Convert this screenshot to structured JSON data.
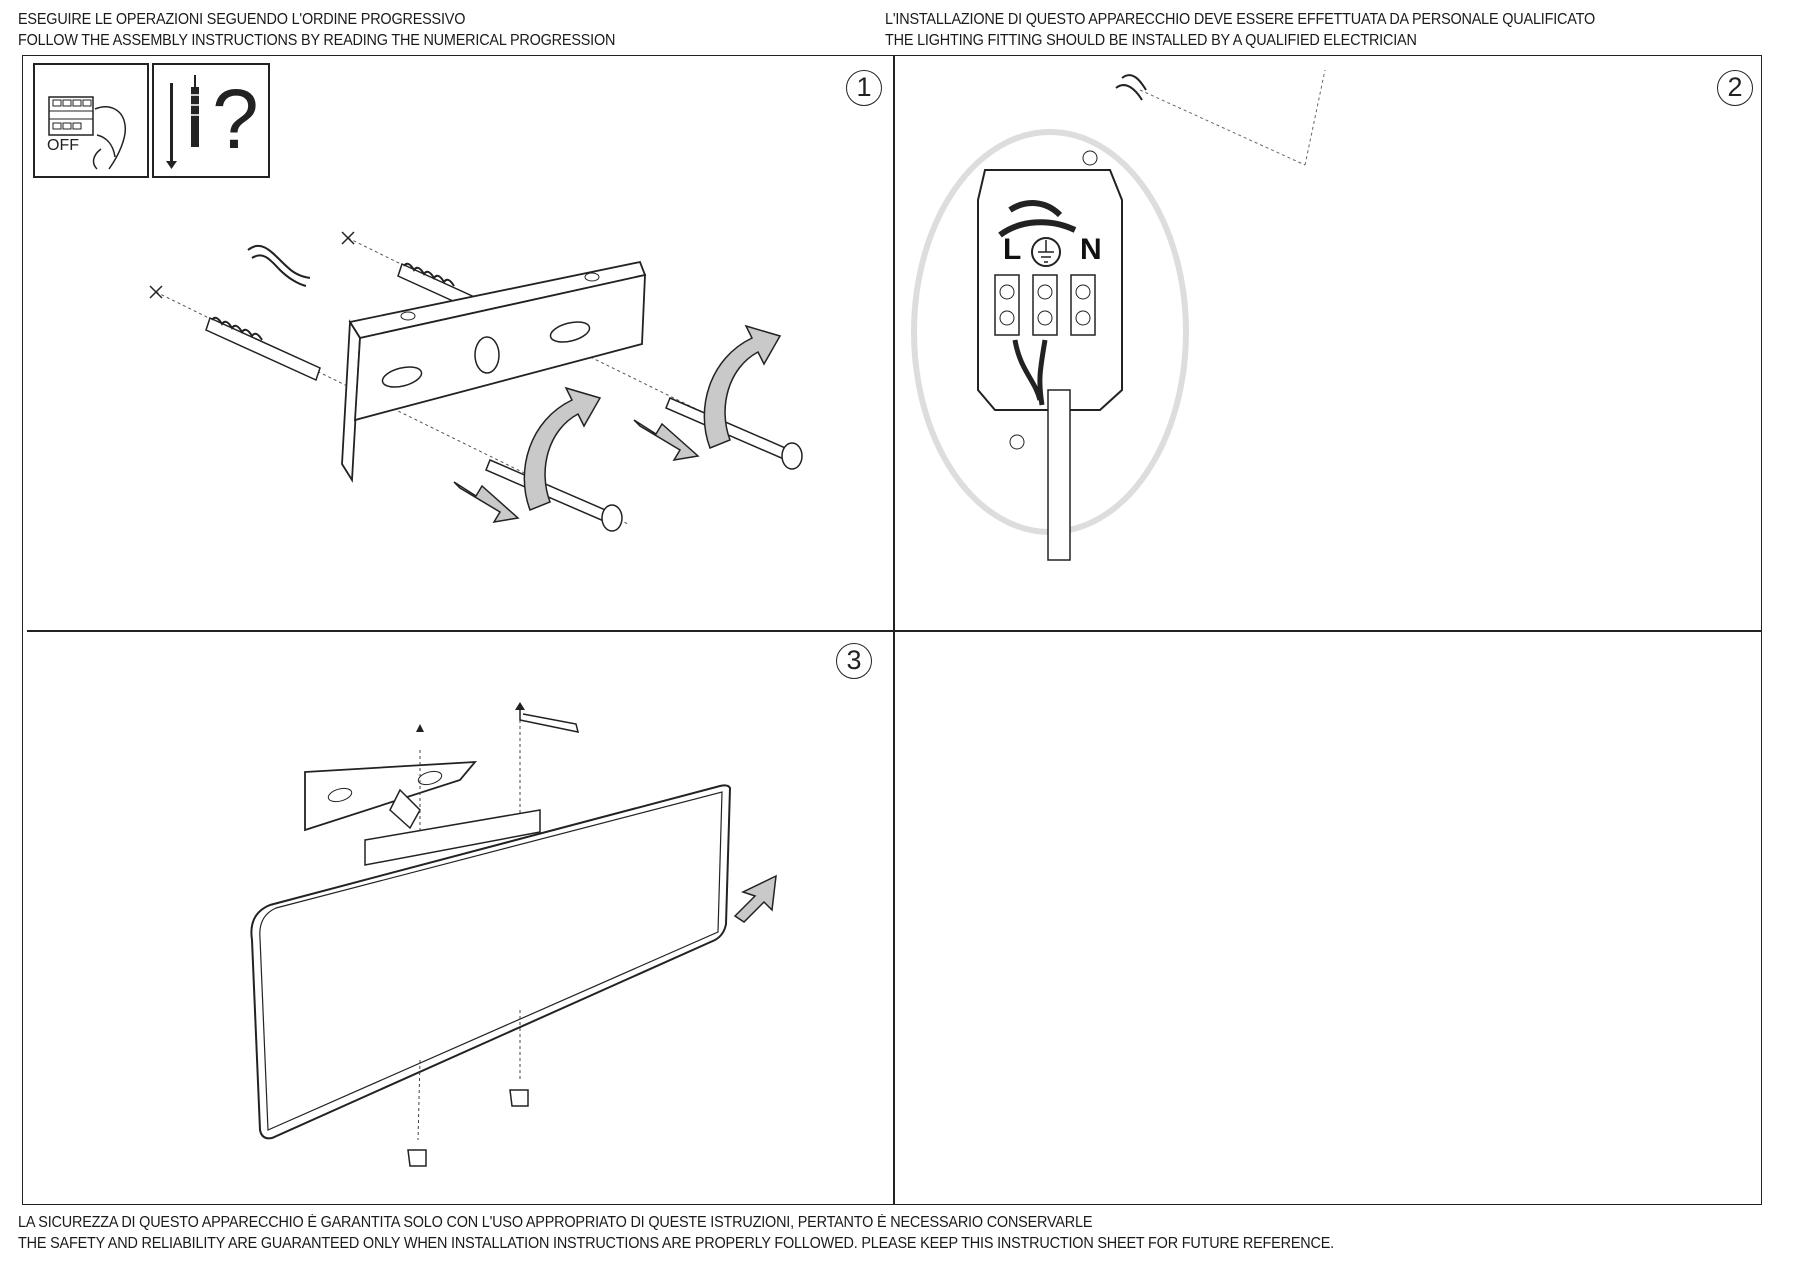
{
  "header": {
    "left_line_1": "ESEGUIRE LE OPERAZIONI SEGUENDO L'ORDINE PROGRESSIVO",
    "left_line_2": "FOLLOW THE ASSEMBLY INSTRUCTIONS BY READING THE NUMERICAL PROGRESSION",
    "right_line_1": "L'INSTALLAZIONE DI QUESTO APPARECCHIO DEVE ESSERE EFFETTUATA DA PERSONALE QUALIFICATO",
    "right_line_2": "THE LIGHTING FITTING SHOULD BE INSTALLED BY A QUALIFIED ELECTRICIAN"
  },
  "steps": {
    "step1": {
      "number": "1",
      "switch_label": "OFF",
      "tools_symbol": "?"
    },
    "step2": {
      "number": "2",
      "terminal_live": "L",
      "terminal_neutral": "N"
    },
    "step3": {
      "number": "3"
    }
  },
  "footer": {
    "line_1": "LA SICUREZZA DI QUESTO APPARECCHIO È GARANTITA SOLO CON L'USO APPROPRIATO DI QUESTE ISTRUZIONI, PERTANTO È NECESSARIO CONSERVARLE",
    "line_2": "THE SAFETY AND RELIABILITY ARE GUARANTEED ONLY WHEN INSTALLATION INSTRUCTIONS ARE PROPERLY FOLLOWED. PLEASE KEEP THIS INSTRUCTION SHEET FOR FUTURE REFERENCE."
  },
  "colors": {
    "line": "#222222",
    "arrow_fill": "#c9c9c9",
    "callout_ring": "#dddddd"
  }
}
